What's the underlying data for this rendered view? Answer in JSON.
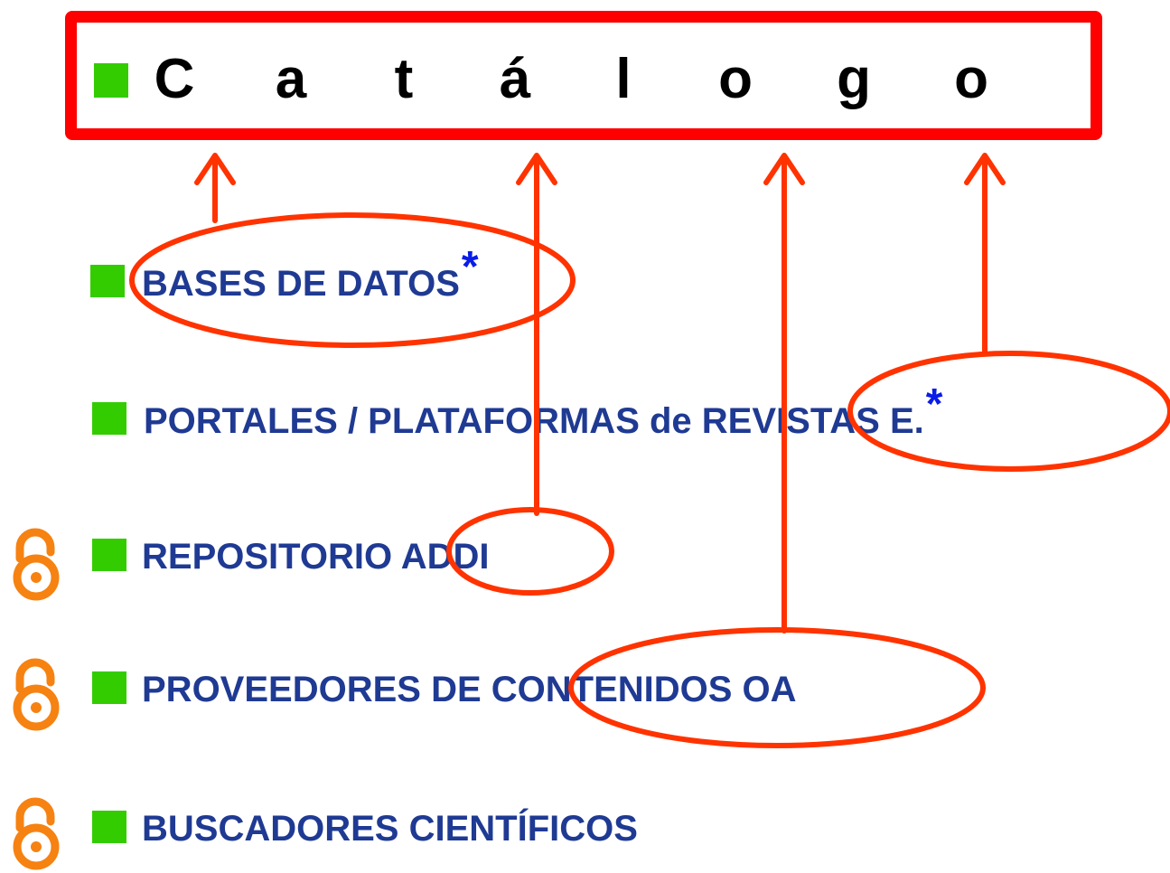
{
  "catalog": {
    "letters": [
      "C",
      "a",
      "t",
      "á",
      "l",
      "o",
      "g",
      "o"
    ]
  },
  "items": [
    {
      "label": "BASES DE DATOS",
      "asterisk": "*"
    },
    {
      "label": "PORTALES / PLATAFORMAS de REVISTAS E.",
      "asterisk": "*"
    },
    {
      "label": "REPOSITORIO ADDI"
    },
    {
      "label": "PROVEEDORES DE CONTENIDOS OA"
    },
    {
      "label": "BUSCADORES CIENTÍFICOS"
    }
  ],
  "icons": {
    "open_access": "open-access-lock-icon",
    "bullet": "green-square-bullet"
  },
  "colors": {
    "frame": "#ff0000",
    "annotation": "#ff3300",
    "bullet": "#33cc00",
    "label_text": "#1f3a93",
    "asterisk": "#0a1ce8",
    "open_access": "#f68212"
  }
}
